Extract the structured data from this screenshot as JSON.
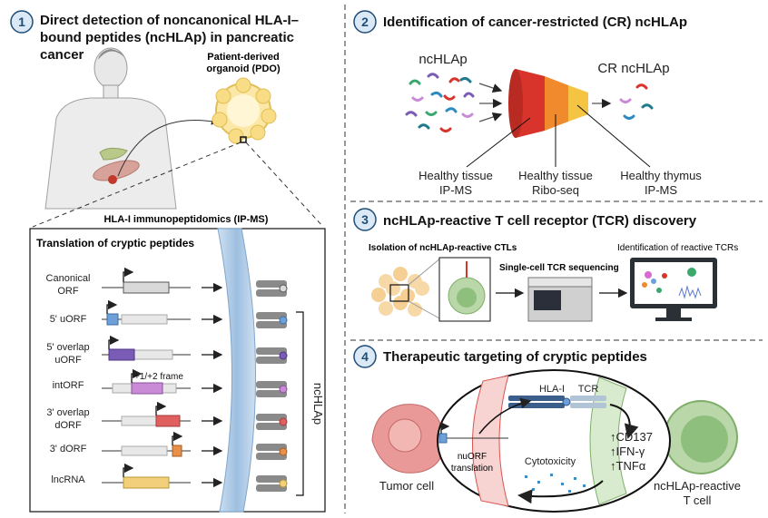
{
  "panel1": {
    "number": "1",
    "title_lines": [
      "Direct detection of noncanonical HLA-I–",
      "bound peptides (ncHLAp) in pancreatic",
      "cancer"
    ],
    "pdo_label_lines": [
      "Patient-derived",
      "organoid (PDO)"
    ],
    "ipms_label": "HLA-I immunopeptidomics (IP-MS)",
    "box_title": "Translation of cryptic peptides",
    "rows": [
      {
        "lines": [
          "Canonical",
          "ORF"
        ]
      },
      {
        "lines": [
          "5' uORF"
        ]
      },
      {
        "lines": [
          "5' overlap",
          "uORF"
        ]
      },
      {
        "lines": [
          "intORF"
        ]
      },
      {
        "lines": [
          "3' overlap",
          "dORF"
        ]
      },
      {
        "lines": [
          "3' dORF"
        ]
      },
      {
        "lines": [
          "lncRNA"
        ]
      }
    ],
    "frame_label": "+1/+2 frame",
    "bracket_label": "ncHLAp"
  },
  "panel2": {
    "number": "2",
    "title": "Identification of cancer-restricted (CR) ncHLAp",
    "input_label": "ncHLAp",
    "output_label": "CR ncHLAp",
    "filters": [
      {
        "lines": [
          "Healthy tissue",
          "IP-MS"
        ]
      },
      {
        "lines": [
          "Healthy tissue",
          "Ribo-seq"
        ]
      },
      {
        "lines": [
          "Healthy thymus",
          "IP-MS"
        ]
      }
    ]
  },
  "panel3": {
    "number": "3",
    "title": "ncHLAp-reactive T cell receptor (TCR) discovery",
    "step1": "Isolation of ncHLAp-reactive CTLs",
    "step2": "Single-cell TCR sequencing",
    "step3": "Identification of reactive TCRs"
  },
  "panel4": {
    "number": "4",
    "title": "Therapeutic targeting of cryptic peptides",
    "hla_label": "HLA-I",
    "tcr_label": "TCR",
    "translation_lines": [
      "nuORF",
      "translation"
    ],
    "effects": [
      "↑CD137",
      "↑IFN-γ",
      "↑TNFα"
    ],
    "cytotoxicity": "Cytotoxicity",
    "tumor_label": "Tumor cell",
    "tcell_lines": [
      "ncHLAp-reactive",
      "T cell"
    ]
  },
  "colors": {
    "accent": "#1f4e79",
    "orf_gray": "#d9d9d9",
    "uorf_blue": "#6f9fd8",
    "overlap_purple": "#7a5bb5",
    "intorf_pink": "#c98bd6",
    "dorf_red": "#e06060",
    "dorf_orange": "#e8904a",
    "lncrna_yellow": "#f2cf7a",
    "funnel_red": "#d9342b",
    "funnel_orange": "#f08a2c",
    "funnel_yellow": "#f6c443",
    "tcell_green": "#8fbf7d",
    "tumor_pink": "#e99a98"
  }
}
